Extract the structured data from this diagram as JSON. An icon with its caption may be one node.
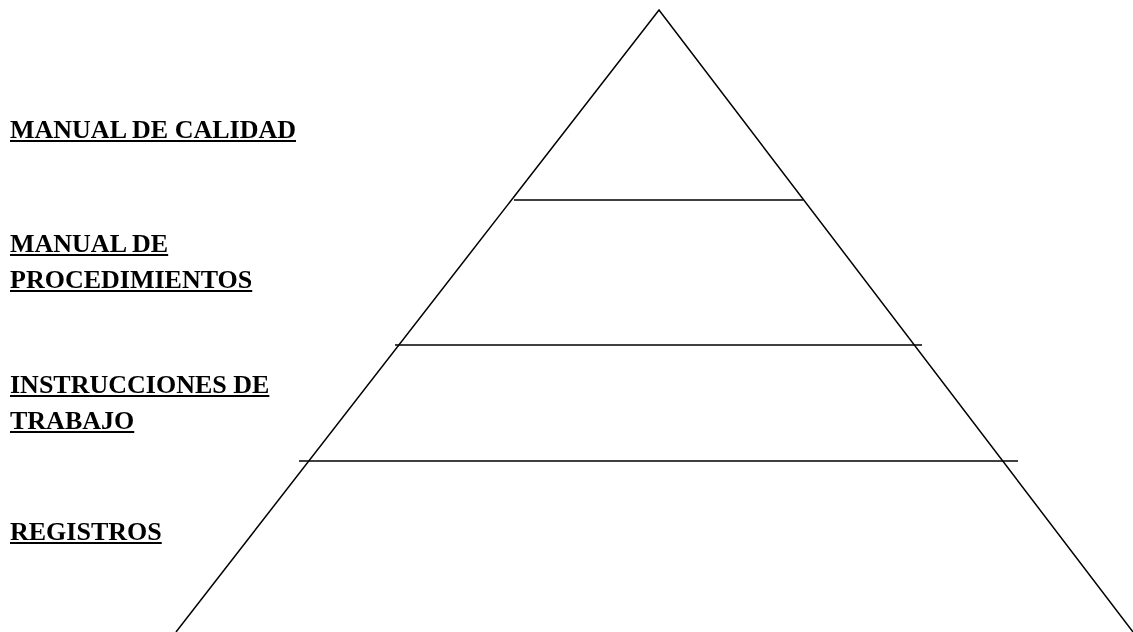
{
  "diagram": {
    "labels": [
      "MANUAL DE CALIDAD",
      "MANUAL DE PROCEDIMIENTOS",
      "INSTRUCCIONES DE TRABAJO",
      "REGISTROS"
    ]
  }
}
